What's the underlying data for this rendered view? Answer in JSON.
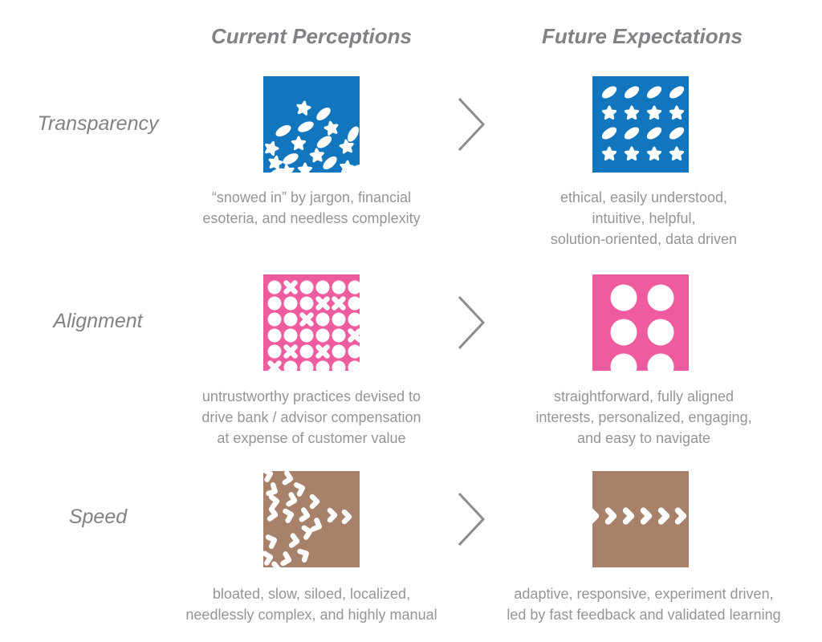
{
  "headers": {
    "current": "Current Perceptions",
    "future": "Future Expectations"
  },
  "colors": {
    "transparency_tile": "#1176bd",
    "alignment_tile": "#ee5c9f",
    "speed_tile": "#a8816b",
    "heading_text": "#808285",
    "caption_text": "#939598",
    "arrow": "#8a8c8f",
    "pattern_foreground": "#ffffff"
  },
  "arrow_icon": "chevron-right-arrow",
  "rows": [
    {
      "label": "Transparency",
      "color": "#1176bd",
      "current_icon": "scattered-stars-and-ellipses-pattern",
      "future_icon": "aligned-grid-stars-and-ellipses-pattern",
      "current_caption": [
        "“snowed in” by jargon, financial",
        "esoteria, and needless complexity"
      ],
      "future_caption": [
        "ethical, easily understood,",
        "intuitive, helpful,",
        "solution-oriented, data driven"
      ]
    },
    {
      "label": "Alignment",
      "color": "#ee5c9f",
      "current_icon": "dense-circles-with-x-marks-pattern",
      "future_icon": "large-aligned-circles-pattern",
      "current_caption": [
        "untrustworthy practices devised to",
        "drive bank / advisor compensation",
        "at expense of customer value"
      ],
      "future_caption": [
        "straightforward, fully aligned",
        "interests, personalized, engaging,",
        "and easy to navigate"
      ]
    },
    {
      "label": "Speed",
      "color": "#a8816b",
      "current_icon": "scattered-chevrons-flock-pattern",
      "future_icon": "aligned-chevrons-row-pattern",
      "current_caption": [
        "bloated, slow, siloed, localized,",
        "needlessly complex, and highly manual"
      ],
      "future_caption": [
        "adaptive, responsive, experiment driven,",
        "led by fast feedback and validated learning"
      ]
    }
  ]
}
